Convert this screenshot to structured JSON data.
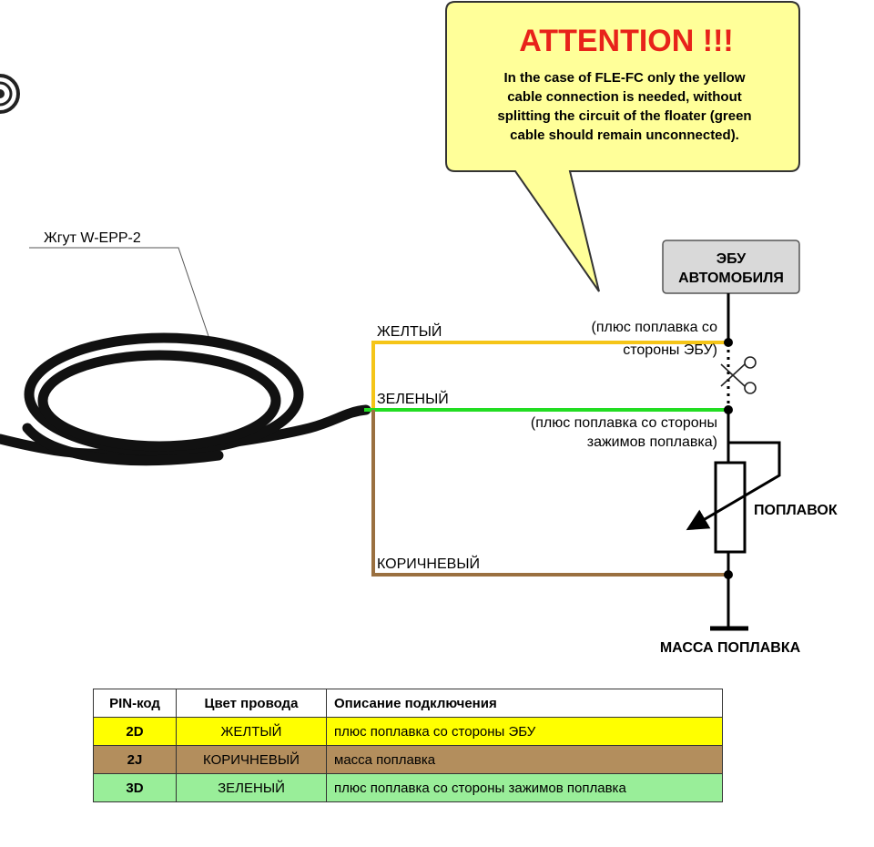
{
  "callout": {
    "title": "ATTENTION !!!",
    "lines": [
      "In the case of FLE-FC only the yellow",
      "cable connection is needed, without",
      "splitting the circuit of the floater (green",
      "cable should remain unconnected)."
    ]
  },
  "harness_label": "Жгут W-EPP-2",
  "ecu": {
    "line1": "ЭБУ",
    "line2": "АВТОМОБИЛЯ"
  },
  "wires": {
    "yellow": "ЖЕЛТЫЙ",
    "green": "ЗЕЛЕНЫЙ",
    "brown": "КОРИЧНЕВЫЙ"
  },
  "notes": {
    "yellow_1": "(плюс поплавка со",
    "yellow_2": "стороны ЭБУ)",
    "green_1": "(плюс поплавка со стороны",
    "green_2": "зажимов поплавка)"
  },
  "float_label": "ПОПЛАВОК",
  "ground_label": "МАССА ПОПЛАВКА",
  "colors": {
    "yellow_wire": "#f5c518",
    "green_wire": "#22dd22",
    "brown_wire": "#9a7040",
    "callout_fill": "#ffff99",
    "attention": "#e8231a"
  },
  "table": {
    "headers": [
      "PIN-код",
      "Цвет провода",
      "Описание подключения"
    ],
    "rows": [
      {
        "pin": "2D",
        "color": "ЖЕЛТЫЙ",
        "desc": "плюс поплавка со стороны ЭБУ"
      },
      {
        "pin": "2J",
        "color": "КОРИЧНЕВЫЙ",
        "desc": "масса поплавка"
      },
      {
        "pin": "3D",
        "color": "ЗЕЛЕНЫЙ",
        "desc": "плюс поплавка со стороны зажимов поплавка"
      }
    ]
  }
}
